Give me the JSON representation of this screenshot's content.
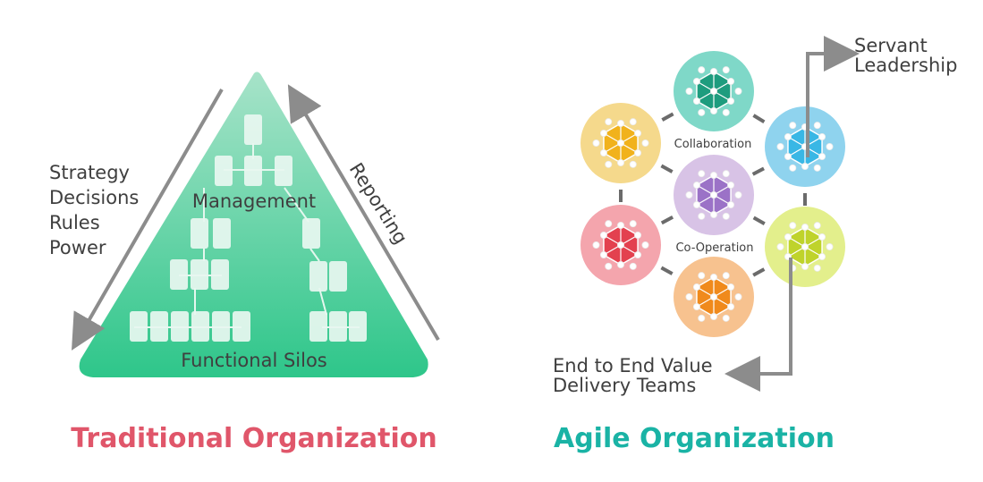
{
  "traditional": {
    "title": "Traditional Organization",
    "left_labels": [
      "Strategy",
      "Decisions",
      "Rules",
      "Power"
    ],
    "right_label": "Reporting",
    "top_label": "Management",
    "bottom_label": "Functional Silos"
  },
  "agile": {
    "title": "Agile Organization",
    "collaboration_label": "Collaboration",
    "cooperation_label": "Co-Operation",
    "servant_label": [
      "Servant",
      "Leadership"
    ],
    "delivery_label": [
      "End to End Value",
      "Delivery Teams"
    ]
  },
  "colors": {
    "triangle_top": "#a7e3c9",
    "triangle_bottom": "#2ec68a",
    "traditional_title": "#e0566a",
    "agile_title": "#1ab3a5",
    "arrow": "#8c8c8c",
    "circle_teal": "#7fd8c8",
    "circle_yellow": "#f5d98c",
    "circle_blue": "#8fd3ee",
    "circle_purple": "#d8c3e6",
    "circle_red": "#f4a5ad",
    "circle_lime": "#e3ef8c",
    "circle_orange": "#f7c28f"
  }
}
